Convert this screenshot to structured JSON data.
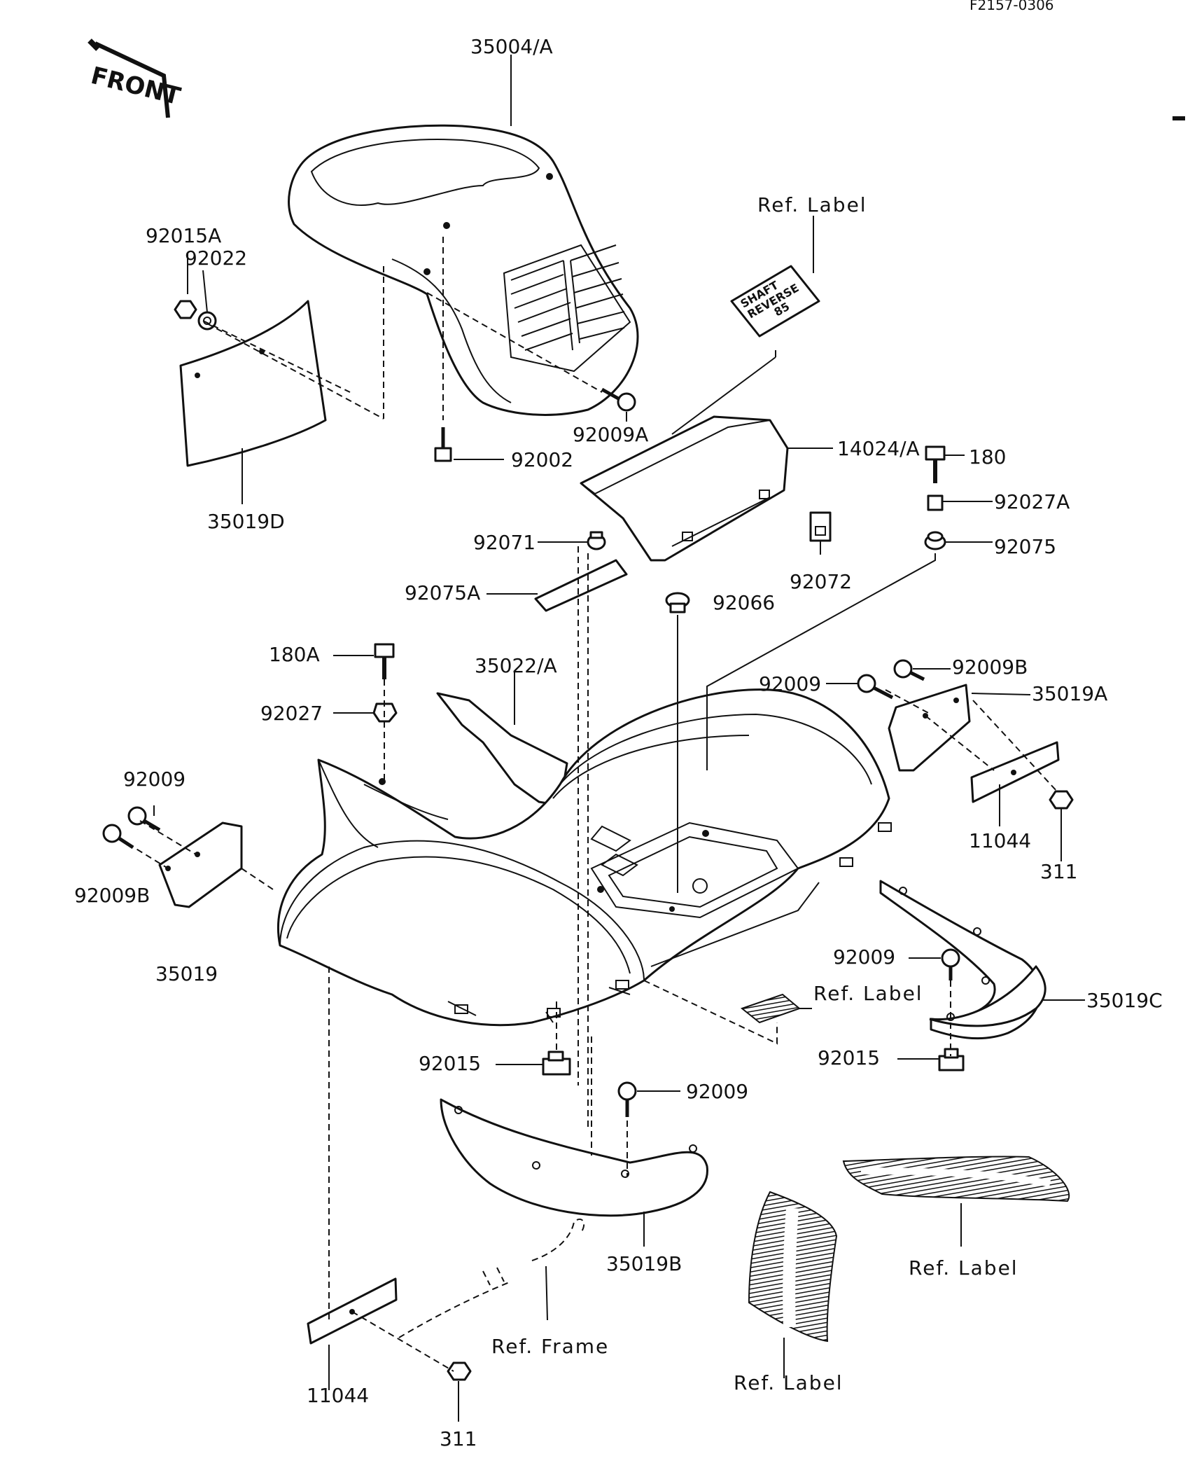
{
  "drawing_code": "F2157-0306",
  "front_label": "FRONT",
  "decal_text": {
    "line1": "SHAFT",
    "line2": "REVERSE",
    "line3": "85"
  },
  "callouts": {
    "c35004A": "35004/A",
    "c92015A": "92015A",
    "c92022": "92022",
    "c35019D": "35019D",
    "c92002": "92002",
    "c92009A": "92009A",
    "refLabel1": "Ref. Label",
    "c14024A": "14024/A",
    "c180": "180",
    "c92027A": "92027A",
    "c92075": "92075",
    "c92071": "92071",
    "c92072": "92072",
    "c92075A": "92075A",
    "c92066": "92066",
    "c180A": "180A",
    "c35022A": "35022/A",
    "c92027": "92027",
    "c92009right": "92009",
    "c92009Bright": "92009B",
    "c35019A": "35019A",
    "c11044right": "11044",
    "c311right": "311",
    "c92009left": "92009",
    "c92009Bleft": "92009B",
    "c35019": "35019",
    "c92009mid": "92009",
    "refLabel2": "Ref. Label",
    "c35019C": "35019C",
    "c92015mid": "92015",
    "c92015right": "92015",
    "c92009low": "92009",
    "c35019B": "35019B",
    "refLabel3": "Ref. Label",
    "refFrame": "Ref. Frame",
    "refLabel4": "Ref. Label",
    "c11044left": "11044",
    "c311left": "311"
  }
}
